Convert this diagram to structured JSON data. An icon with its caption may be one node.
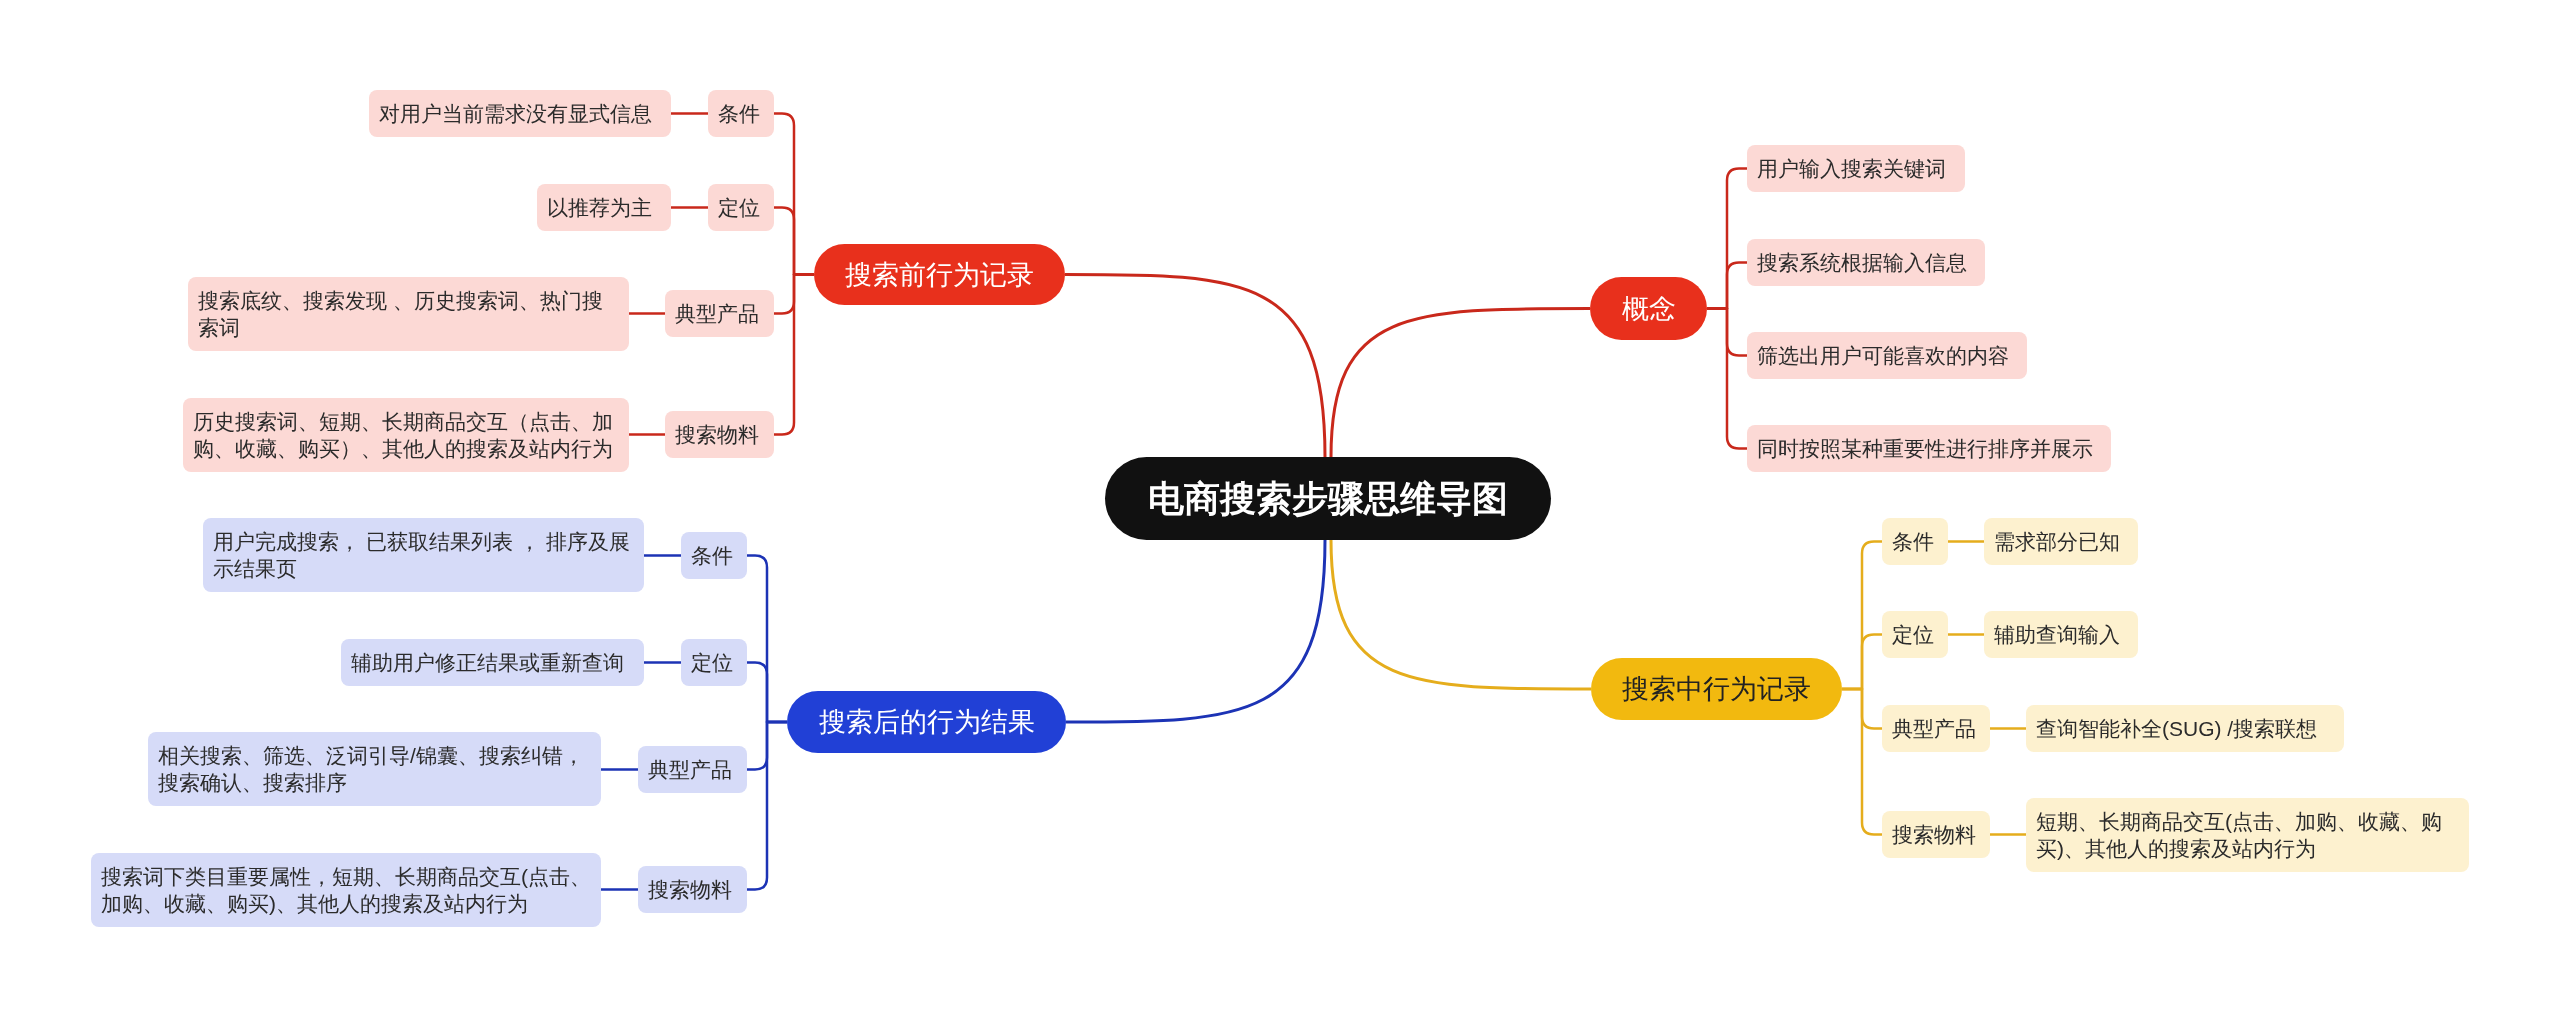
{
  "diagram": {
    "nodes": [
      {
        "text": [
          "电商搜索步骤思维导图"
        ]
      },
      {
        "text": [
          "搜索前行为记录"
        ]
      },
      {
        "text": [
          "条件"
        ]
      },
      {
        "text": [
          "对用户当前需求没有显式信息"
        ]
      },
      {
        "text": [
          "定位"
        ]
      },
      {
        "text": [
          "以推荐为主"
        ]
      },
      {
        "text": [
          "典型产品"
        ]
      },
      {
        "text": [
          "搜索底纹、搜索发现 、历史搜索词、热门搜索词"
        ]
      },
      {
        "text": [
          "搜索物料"
        ]
      },
      {
        "text": [
          "历史搜索词、短期、长期商品交互（点击、加购、收藏、购买）、其他人的搜索及站内行为"
        ]
      },
      {
        "text": [
          "概念"
        ]
      },
      {
        "text": [
          "用户输入搜索关键词"
        ]
      },
      {
        "text": [
          "搜索系统根据输入信息"
        ]
      },
      {
        "text": [
          "筛选出用户可能喜欢的内容"
        ]
      },
      {
        "text": [
          "同时按照某种重要性进行排序并展示"
        ]
      },
      {
        "text": [
          "搜索后的行为结果"
        ]
      },
      {
        "text": [
          "条件"
        ]
      },
      {
        "text": [
          "用户完成搜索， 已获取结果列表 ， 排序及展示结果页"
        ]
      },
      {
        "text": [
          "定位"
        ]
      },
      {
        "text": [
          "辅助用户修正结果或重新查询"
        ]
      },
      {
        "text": [
          "典型产品"
        ]
      },
      {
        "text": [
          "相关搜索、筛选、泛词引导/锦囊、搜索纠错，搜索确认、搜索排序"
        ]
      },
      {
        "text": [
          "搜索物料"
        ]
      },
      {
        "text": [
          "搜索词下类目重要属性，短期、长期商品交互(点击、加购、收藏、购买)、其他人的搜索及站内行为"
        ]
      },
      {
        "text": [
          "搜索中行为记录"
        ]
      },
      {
        "text": [
          "条件"
        ]
      },
      {
        "text": [
          "需求部分已知"
        ]
      },
      {
        "text": [
          "定位"
        ]
      },
      {
        "text": [
          "辅助查询输入"
        ]
      },
      {
        "text": [
          "典型产品"
        ]
      },
      {
        "text": [
          "查询智能补全(SUG) /搜索联想"
        ]
      },
      {
        "text": [
          "搜索物料"
        ]
      },
      {
        "text": [
          "短期、长期商品交互(点击、加购、收藏、购买)、其他人的搜索及站内行为"
        ]
      }
    ],
    "edges": [
      {
        "from": 0,
        "to": 1,
        "arrow": "none"
      },
      {
        "from": 1,
        "to": 2,
        "arrow": "none"
      },
      {
        "from": 2,
        "to": 3,
        "arrow": "none"
      },
      {
        "from": 1,
        "to": 4,
        "arrow": "none"
      },
      {
        "from": 4,
        "to": 5,
        "arrow": "none"
      },
      {
        "from": 1,
        "to": 6,
        "arrow": "none"
      },
      {
        "from": 6,
        "to": 7,
        "arrow": "none"
      },
      {
        "from": 1,
        "to": 8,
        "arrow": "none"
      },
      {
        "from": 8,
        "to": 9,
        "arrow": "none"
      },
      {
        "from": 0,
        "to": 10,
        "arrow": "none"
      },
      {
        "from": 10,
        "to": 11,
        "arrow": "none"
      },
      {
        "from": 10,
        "to": 12,
        "arrow": "none"
      },
      {
        "from": 10,
        "to": 13,
        "arrow": "none"
      },
      {
        "from": 10,
        "to": 14,
        "arrow": "none"
      },
      {
        "from": 0,
        "to": 15,
        "arrow": "none",
        "color": "#1c33b5"
      },
      {
        "from": 15,
        "to": 16,
        "arrow": "none",
        "color": "#1c33b5"
      },
      {
        "from": 16,
        "to": 17,
        "arrow": "none",
        "color": "#1c33b5"
      },
      {
        "from": 15,
        "to": 18,
        "arrow": "none",
        "color": "#1c33b5"
      },
      {
        "from": 18,
        "to": 19,
        "arrow": "none",
        "color": "#1c33b5"
      },
      {
        "from": 15,
        "to": 20,
        "arrow": "none",
        "color": "#1c33b5"
      },
      {
        "from": 20,
        "to": 21,
        "arrow": "none",
        "color": "#1c33b5"
      },
      {
        "from": 15,
        "to": 22,
        "arrow": "none",
        "color": "#1c33b5"
      },
      {
        "from": 22,
        "to": 23,
        "arrow": "none",
        "color": "#1c33b5"
      },
      {
        "from": 0,
        "to": 24,
        "arrow": "none",
        "color": "#e5ad1c"
      },
      {
        "from": 24,
        "to": 25,
        "arrow": "none",
        "color": "#e5ad1c"
      },
      {
        "from": 25,
        "to": 26,
        "arrow": "none",
        "color": "#e5ad1c"
      },
      {
        "from": 24,
        "to": 27,
        "arrow": "none",
        "color": "#e5ad1c"
      },
      {
        "from": 27,
        "to": 28,
        "arrow": "none",
        "color": "#e5ad1c"
      },
      {
        "from": 24,
        "to": 29,
        "arrow": "none",
        "color": "#e5ad1c"
      },
      {
        "from": 29,
        "to": 30,
        "arrow": "none",
        "color": "#e5ad1c"
      },
      {
        "from": 24,
        "to": 31,
        "arrow": "none",
        "color": "#e5ad1c"
      },
      {
        "from": 31,
        "to": 32,
        "arrow": "none",
        "color": "#e5ad1c"
      }
    ]
  }
}
